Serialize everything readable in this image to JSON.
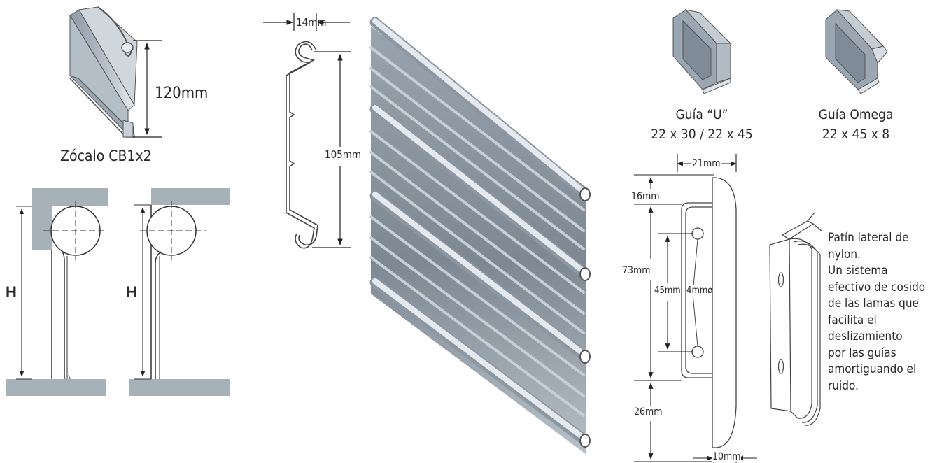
{
  "zocalo": {
    "caption": "Zócalo CB1x2",
    "height_label": "120mm"
  },
  "box_diagrams": {
    "left_h_label": "H",
    "right_h_label": "H"
  },
  "slat_profile": {
    "width_label": "14mm",
    "height_label": "105mm"
  },
  "guides": {
    "u": {
      "name": "Guía “U”",
      "sizes": "22 x 30 / 22 x 45"
    },
    "omega": {
      "name": "Guía Omega",
      "sizes": "22 x 45 x 8"
    }
  },
  "runner": {
    "width_label": "21mm",
    "top_label": "16mm",
    "total_label": "73mm",
    "hole_spacing_label": "45mm",
    "hole_diameter_label": "4mmø",
    "bottom_label": "26mm",
    "depth_label": "10mm"
  },
  "runner_description": [
    "Patín lateral de",
    "nylon.",
    "Un sistema",
    "efectivo de cosido",
    "de las lamas que",
    "facilita el",
    "deslizamiento",
    "por las guías",
    "amortiguando el",
    "ruido."
  ],
  "colors": {
    "metal_light": "#dfe4ea",
    "metal_mid": "#a9b3bd",
    "metal_dark": "#6f7b86",
    "concrete": "#a7b1b8",
    "line": "#333333"
  }
}
